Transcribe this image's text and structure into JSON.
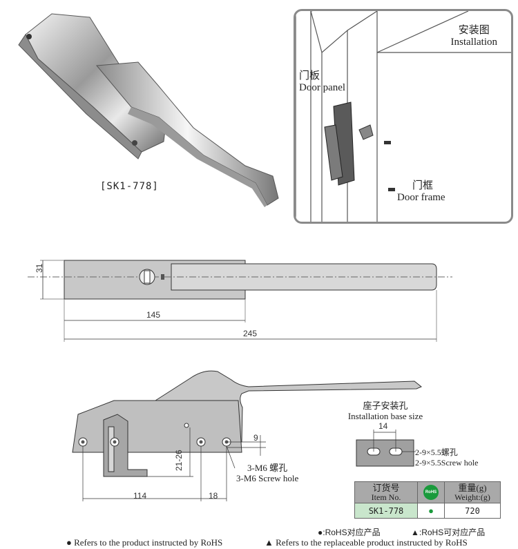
{
  "product": {
    "model_label": "[SK1-778]"
  },
  "installation": {
    "title_cn": "安装图",
    "title_en": "Installation",
    "door_panel_cn": "门板",
    "door_panel_en": "Door panel",
    "door_frame_cn": "门框",
    "door_frame_en": "Door frame"
  },
  "top_view": {
    "dim_height": "31",
    "dim_base": "145",
    "dim_total": "245"
  },
  "side_view": {
    "dim_114": "114",
    "dim_18": "18",
    "dim_9": "9",
    "dim_21_26": "21-26",
    "screw_cn": "3-M6 螺孔",
    "screw_en": "3-M6 Screw hole"
  },
  "base": {
    "title_cn": "座子安装孔",
    "title_en": "Installation base size",
    "dim_14": "14",
    "slot_cn": "2-9×5.5螺孔",
    "slot_en": "2-9×5.5Screw hole"
  },
  "spec_table": {
    "h_item_cn": "订货号",
    "h_item_en": "Item No.",
    "h_rohs": "RoHS",
    "h_weight_cn": "重量(g)",
    "h_weight_en": "Weight:(g)",
    "item_no": "SK1-778",
    "rohs_mark": "●",
    "weight": "720"
  },
  "legend": {
    "rohs_cn": "●:RoHS对应产品",
    "rohs_replace_cn": "▲:RoHS可对应产品",
    "rohs_en": "● Refers to the product instructed by RoHS",
    "rohs_replace_en": "▲ Refers to the replaceable product instructed by RoHS"
  },
  "colors": {
    "green": "#1a9a3c",
    "table_green": "#c9e6cc",
    "metal": "#c8c8c8"
  }
}
